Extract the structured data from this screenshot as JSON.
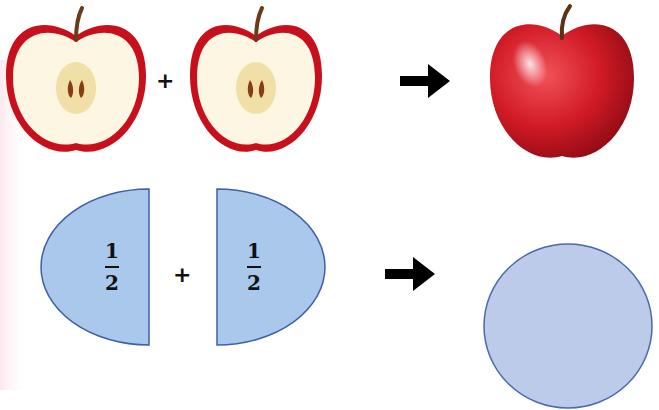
{
  "diagram": {
    "nodes": [
      {
        "text": [
          "1",
          "2"
        ]
      },
      {
        "text": [
          "1",
          "2"
        ]
      }
    ],
    "labels": [
      "+",
      "+"
    ]
  }
}
